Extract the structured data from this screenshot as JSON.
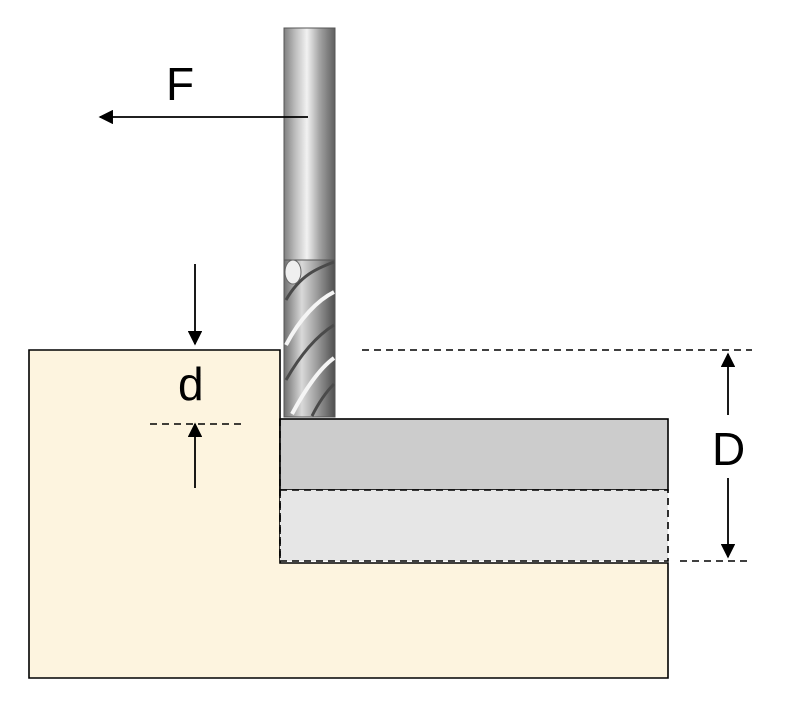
{
  "labels": {
    "feed": "F",
    "depth_of_cut": "d",
    "total_depth": "D"
  },
  "colors": {
    "workpiece": "#fdf4df",
    "removed_pass": "#cccccc",
    "remaining_pass": "#e6e6e6",
    "tool_metal": "#b8b8b8",
    "line": "#000000"
  },
  "icons": {
    "end_mill": "end-mill-icon",
    "arrow": "arrow-icon"
  }
}
